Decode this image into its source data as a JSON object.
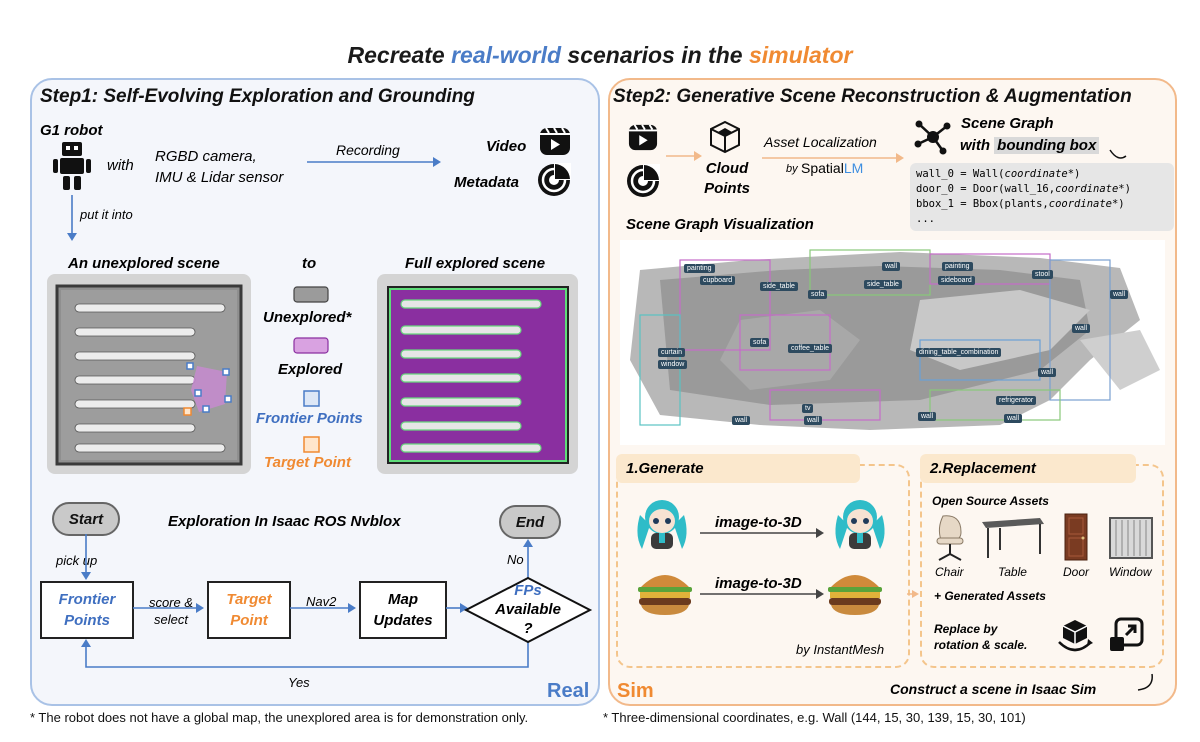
{
  "title": {
    "prefix": "Recreate ",
    "real": "real-world",
    "middle": " scenarios in the ",
    "sim": "simulator"
  },
  "colors": {
    "real_blue": "#4a7cc7",
    "sim_orange": "#f08a32",
    "panel1_border": "#a9c2e6",
    "panel2_border": "#f2b98a",
    "explored_purple": "#b34fc4"
  },
  "step1": {
    "title": "Step1: Self-Evolving Exploration and Grounding",
    "robot_label": "G1 robot",
    "with": "with",
    "sensors_line1": "RGBD camera,",
    "sensors_line2": "IMU & Lidar sensor",
    "recording": "Recording",
    "video": "Video",
    "metadata": "Metadata",
    "put_into": "put it into",
    "unexplored_scene": "An unexplored scene",
    "to": "to",
    "full_scene": "Full explored scene",
    "legend": {
      "unexplored": "Unexplored*",
      "explored": "Explored",
      "frontier": "Frontier Points",
      "target": "Target Point"
    },
    "flow": {
      "start": "Start",
      "end": "End",
      "heading": "Exploration In Isaac ROS Nvblox",
      "pick_up": "pick  up",
      "frontier": "Frontier Points",
      "score_select": "score & select",
      "target": "Target Point",
      "nav2": "Nav2",
      "map_updates": "Map Updates",
      "fps_line1": "FPs",
      "fps_line2": "Available",
      "fps_line3": "?",
      "no": "No",
      "yes": "Yes"
    },
    "corner": "Real"
  },
  "step2": {
    "title": "Step2: Generative Scene Reconstruction & Augmentation",
    "cloud_points": "Cloud Points",
    "asset_localization": "Asset Localization",
    "by": "by",
    "spatial": "Spatial",
    "lm": "LM",
    "scene_graph_line1": "Scene Graph",
    "scene_graph_with": "with ",
    "scene_graph_bbox": "bounding box",
    "code": [
      {
        "pre": "wall_0 = Wall(",
        "em": "coordinate",
        "post": "*)"
      },
      {
        "pre": "door_0 = Door(wall_16,",
        "em": "coordinate",
        "post": "*)"
      },
      {
        "pre": "bbox_1 = Bbox(plants,",
        "em": "coordinate",
        "post": "*)"
      },
      {
        "pre": "...",
        "em": "",
        "post": ""
      }
    ],
    "sg_visualization": "Scene Graph Visualization",
    "scene_tags": [
      "painting",
      "cupboard",
      "side_table",
      "sofa",
      "side_table",
      "wall",
      "painting",
      "sideboard",
      "stool",
      "wall",
      "wall",
      "curtain",
      "window",
      "sofa",
      "coffee_table",
      "dining_table_combination",
      "wall",
      "refrigerator",
      "tv",
      "wall",
      "wall",
      "wall",
      "wall"
    ],
    "generate": {
      "header": "1.Generate",
      "img2d": "image-to-3D",
      "img2d_2": "image-to-3D",
      "by": "by InstantMesh"
    },
    "replacement": {
      "header": "2.Replacement",
      "open_source": "Open Source Assets",
      "assets": [
        "Chair",
        "Table",
        "Door",
        "Window"
      ],
      "generated": "+ Generated Assets",
      "replace_line1": "Replace by",
      "replace_line2": "rotation & scale."
    },
    "corner": "Sim",
    "construct": "Construct a scene in Isaac Sim"
  },
  "footnotes": {
    "left": "* The robot does not have a global map, the unexplored area is for demonstration only.",
    "right": "* Three-dimensional coordinates, e.g. Wall (144, 15, 30, 139, 15, 30, 101)"
  }
}
